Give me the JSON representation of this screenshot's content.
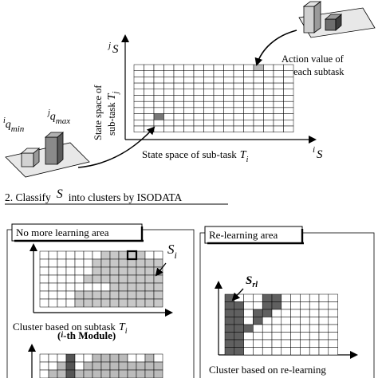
{
  "top": {
    "y_axis_symbol": "j",
    "y_axis_var": "S",
    "y_axis_label_line1": "State space of",
    "y_axis_label_line2": "sub-task",
    "y_axis_label_sym": "T",
    "y_axis_label_sub": "j",
    "x_axis_label_text": "State space of sub-task",
    "x_axis_label_sym": "T",
    "x_axis_label_sub": "i",
    "x_axis_symbol": "i",
    "x_axis_var": "S",
    "action_label_line1": "Action value of",
    "action_label_line2": "each subtask",
    "qmin_pre": "i",
    "qmin_q": "q",
    "qmin_sub": "min",
    "qmax_pre": "j",
    "qmax_q": "q",
    "qmax_sub": "max"
  },
  "step2": {
    "prefix": "2. Classify",
    "symbol": "S",
    "suffix": "into clusters by ISODATA"
  },
  "left_panel": {
    "tag": "No more learning area",
    "cluster_sym": "S",
    "cluster_sub": "i",
    "caption": "Cluster based on subtask",
    "caption_sym": "T",
    "caption_sub": "i",
    "module_pre": "(",
    "module_sub": "i",
    "module_post": "-th Module)"
  },
  "right_panel": {
    "tag": "Re-learning area",
    "cluster_sym": "S",
    "cluster_sub": "rl",
    "caption": "Cluster based on re-learning"
  }
}
